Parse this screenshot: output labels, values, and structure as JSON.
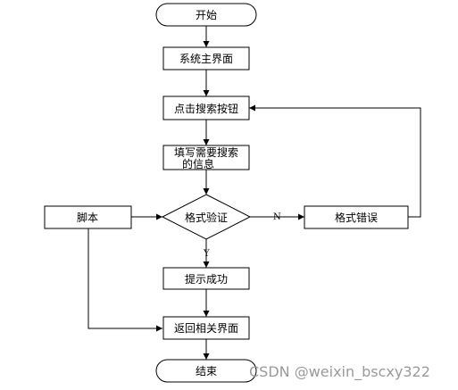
{
  "nodes": {
    "start": "开始",
    "main_ui": "系统主界面",
    "click_search": "点击搜索按钮",
    "fill_info_line1": "填写需要搜索",
    "fill_info_line2": "的信息",
    "format_check": "格式验证",
    "format_error": "格式错误",
    "script": "脚本",
    "prompt_success": "提示成功",
    "return_ui": "返回相关界面",
    "end": "结束"
  },
  "edge_labels": {
    "no": "N",
    "yes": "Y"
  },
  "watermark": "CSDN @weixin_bscxy322"
}
